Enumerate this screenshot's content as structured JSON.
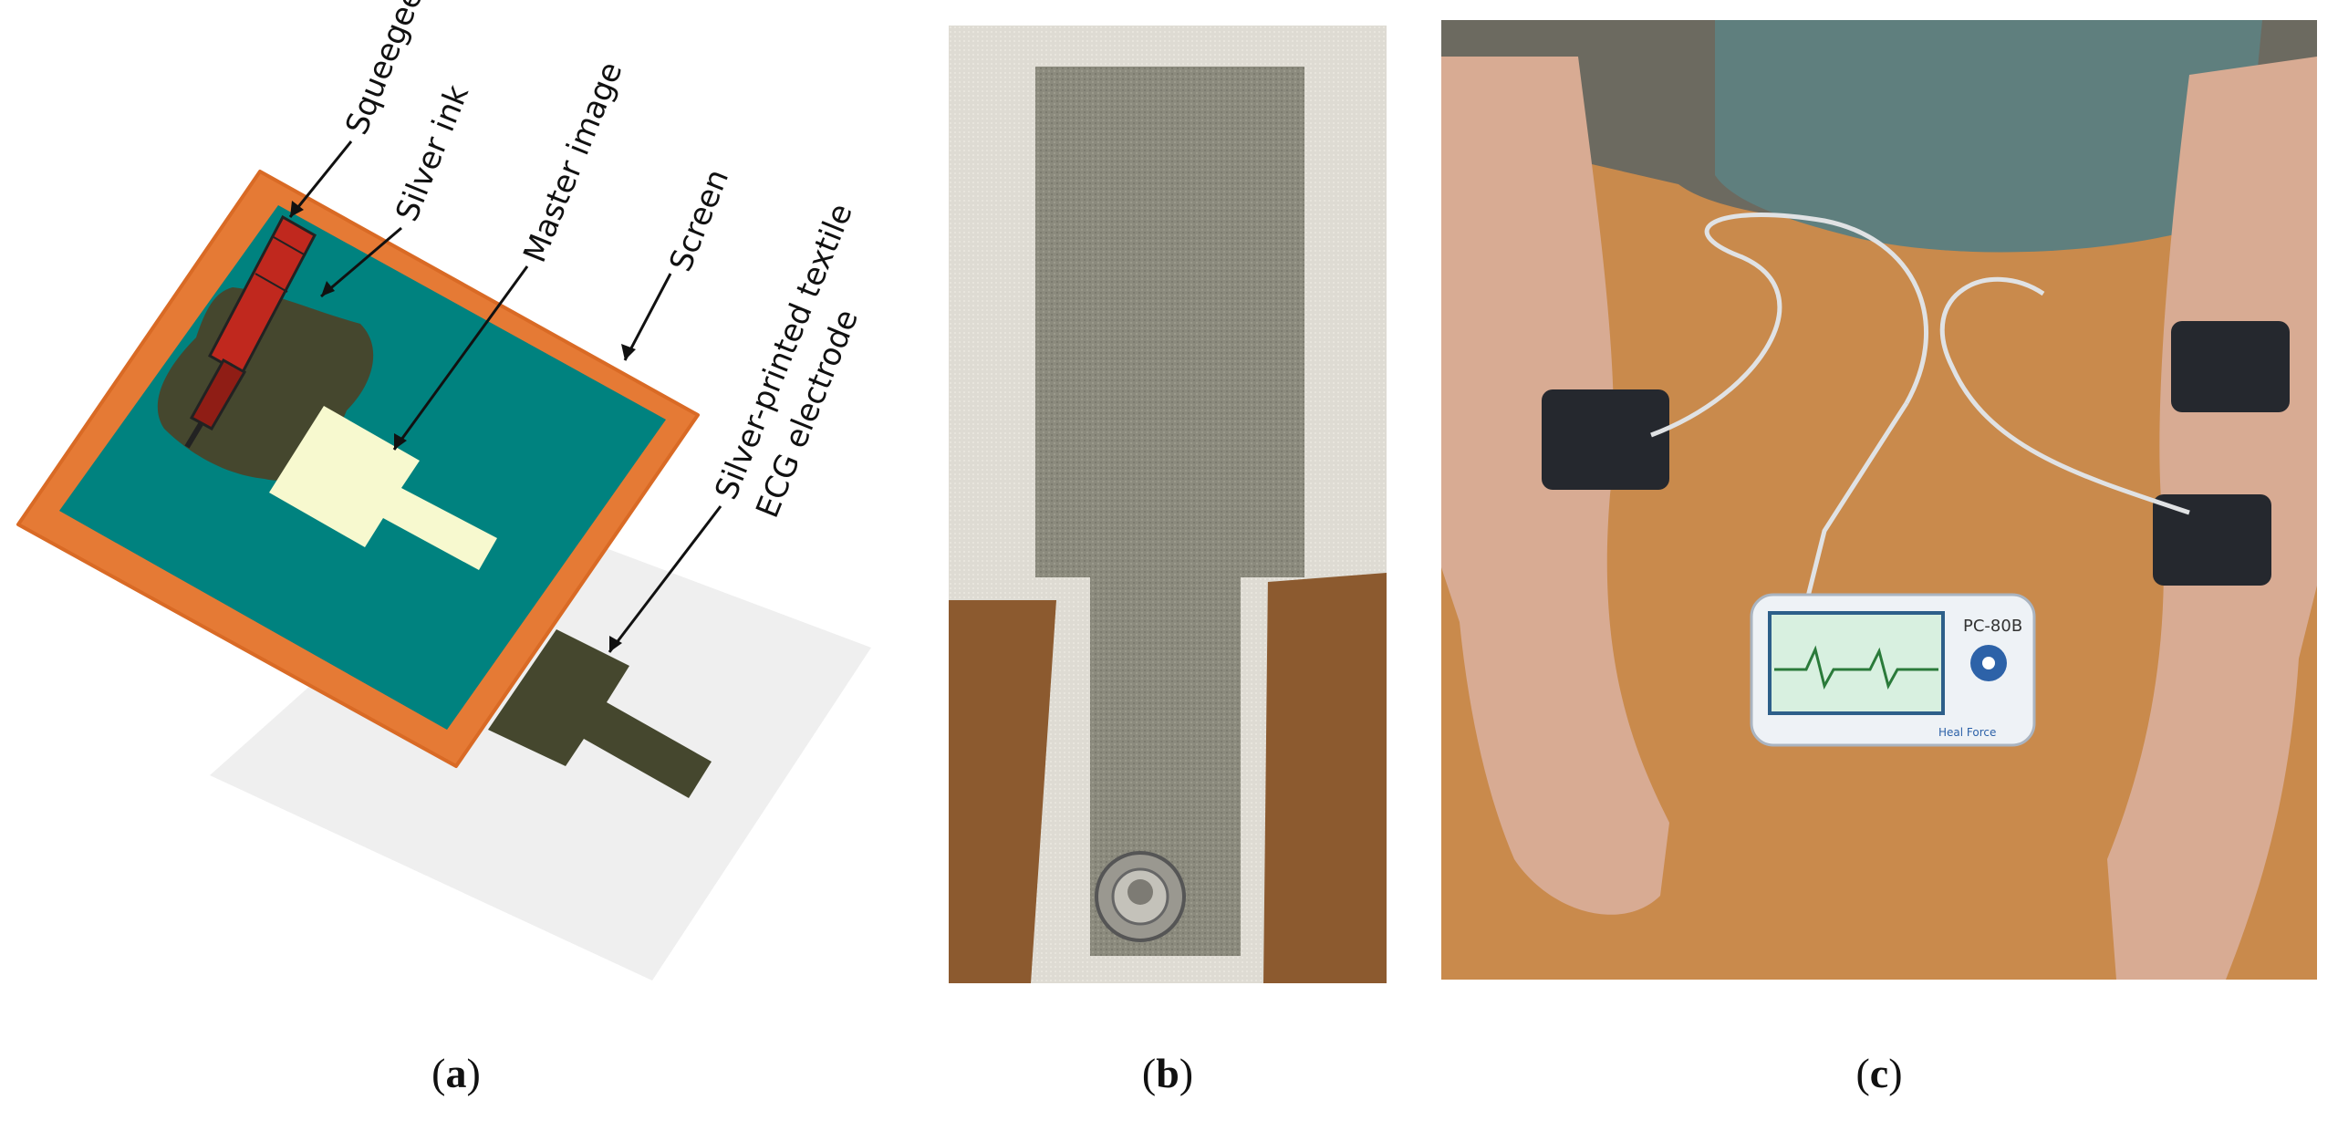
{
  "panels": {
    "a": {
      "caption_letter": "a",
      "labels": {
        "squeegee": "Squeegee",
        "silver_ink": "Silver ink",
        "master_image": "Master image",
        "screen": "Screen",
        "electrode_line1": "Silver-printed textile",
        "electrode_line2": "ECG electrode"
      },
      "colors": {
        "frame": "#e57a35",
        "screen": "#00827f",
        "ink": "#45472e",
        "master": "#f7f9cf",
        "squeegee": "#c0281e",
        "shadow": "#efefef"
      }
    },
    "b": {
      "caption_letter": "b"
    },
    "c": {
      "caption_letter": "c",
      "device_model": "PC-80B",
      "brand": "Heal Force"
    }
  }
}
